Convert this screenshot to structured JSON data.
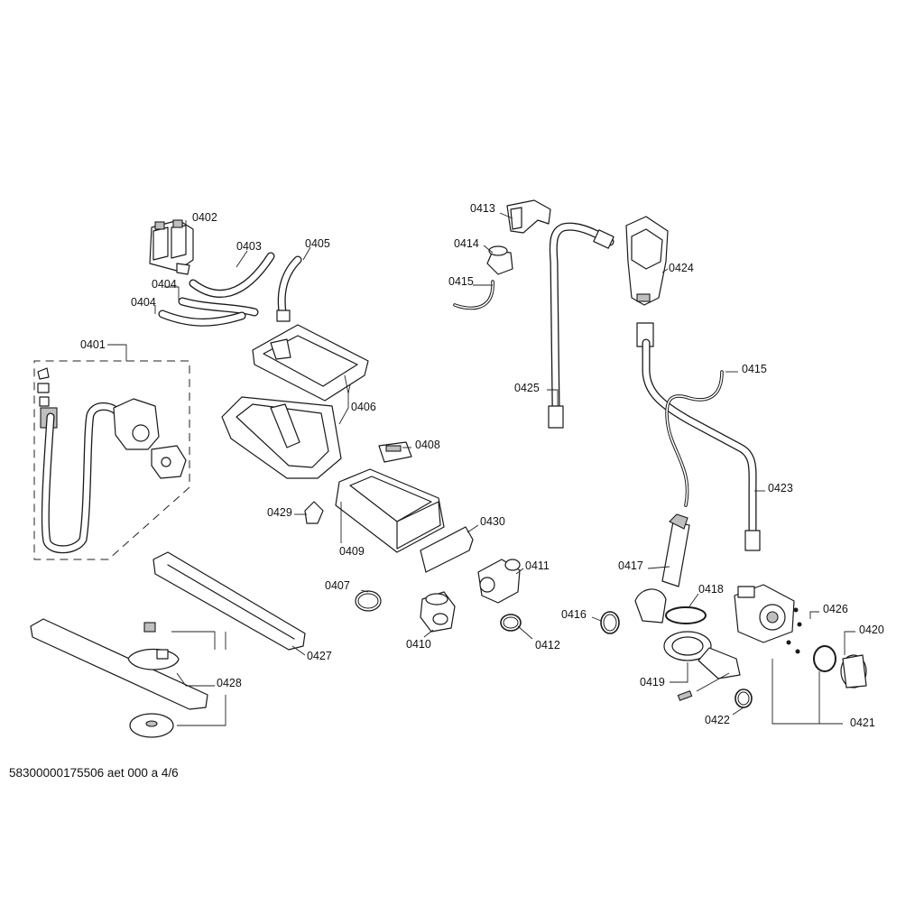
{
  "footer": "58300000175506 aet 000 a 4/6",
  "labels": {
    "p0401": "0401",
    "p0402": "0402",
    "p0403": "0403",
    "p0404a": "0404",
    "p0404b": "0404",
    "p0405": "0405",
    "p0406": "0406",
    "p0407": "0407",
    "p0408": "0408",
    "p0409": "0409",
    "p0410": "0410",
    "p0411": "0411",
    "p0412": "0412",
    "p0413": "0413",
    "p0414": "0414",
    "p0415a": "0415",
    "p0415b": "0415",
    "p0416": "0416",
    "p0417": "0417",
    "p0418": "0418",
    "p0419": "0419",
    "p0420": "0420",
    "p0421": "0421",
    "p0422": "0422",
    "p0423": "0423",
    "p0424": "0424",
    "p0425": "0425",
    "p0426": "0426",
    "p0427": "0427",
    "p0428": "0428",
    "p0429": "0429",
    "p0430": "0430"
  }
}
